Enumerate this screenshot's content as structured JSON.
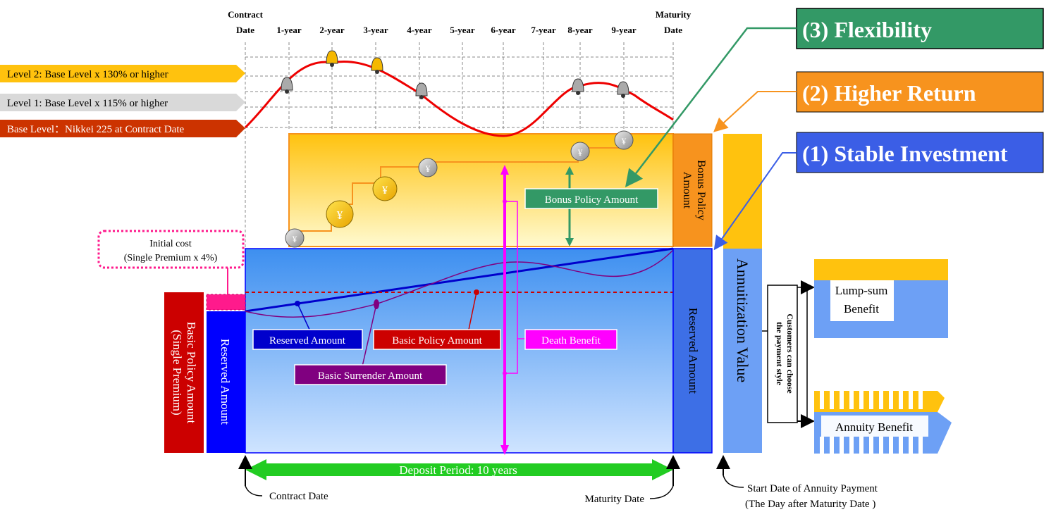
{
  "timeline": {
    "header_contract": [
      "Contract",
      "Date"
    ],
    "years": [
      "1-year",
      "2-year",
      "3-year",
      "4-year",
      "5-year",
      "6-year",
      "7-year",
      "8-year",
      "9-year"
    ],
    "header_maturity": [
      "Maturity",
      "Date"
    ]
  },
  "levels": {
    "level2": "Level 2: Base Level x 130% or higher",
    "level1": "Level 1: Base Level x 115% or higher",
    "base": "Base Level：Nikkei 225 at Contract Date"
  },
  "callouts": {
    "flexibility": "(3) Flexibility",
    "higher_return": "(2) Higher Return",
    "stable_investment": "(1) Stable Investment"
  },
  "colors": {
    "flexibility": "#339966",
    "higher_return": "#f7931e",
    "stable_investment": "#3b5ee6",
    "basic_policy": "#cc0000",
    "reserved": "#0000ff",
    "death_benefit": "#ff00ff",
    "surrender": "#800080",
    "deposit": "#22cc22",
    "bonus_fill": "#ffcc00",
    "index_line": "#ff0000"
  },
  "labels": {
    "initial_cost": [
      "Initial cost",
      "(Single Premium x 4%)"
    ],
    "basic_policy_vertical": [
      "Basic Policy Amount",
      "(Single Premium)"
    ],
    "reserved_vertical": "Reserved Amount",
    "bonus_policy_vertical": [
      "Bonus Policy",
      "Amount"
    ],
    "reserved_right": "Reserved Amount",
    "annuitization": "Annuitization Value",
    "bonus_policy_amount": "Bonus Policy Amount",
    "reserved_amount": "Reserved Amount",
    "basic_policy_amount": "Basic Policy Amount",
    "death_benefit": "Death Benefit",
    "basic_surrender_amount": "Basic Surrender Amount",
    "deposit_period": "Deposit Period: 10 years",
    "contract_date": "Contract Date",
    "maturity_date": "Maturity Date",
    "customers_choose": [
      "Customers can choose",
      "the payment style"
    ],
    "lump_sum": [
      "Lump-sum",
      "Benefit"
    ],
    "annuity_benefit": "Annuity Benefit",
    "start_date": [
      "Start Date of Annuity Payment",
      "(The Day after Maturity Date )"
    ],
    "yen": "¥"
  }
}
